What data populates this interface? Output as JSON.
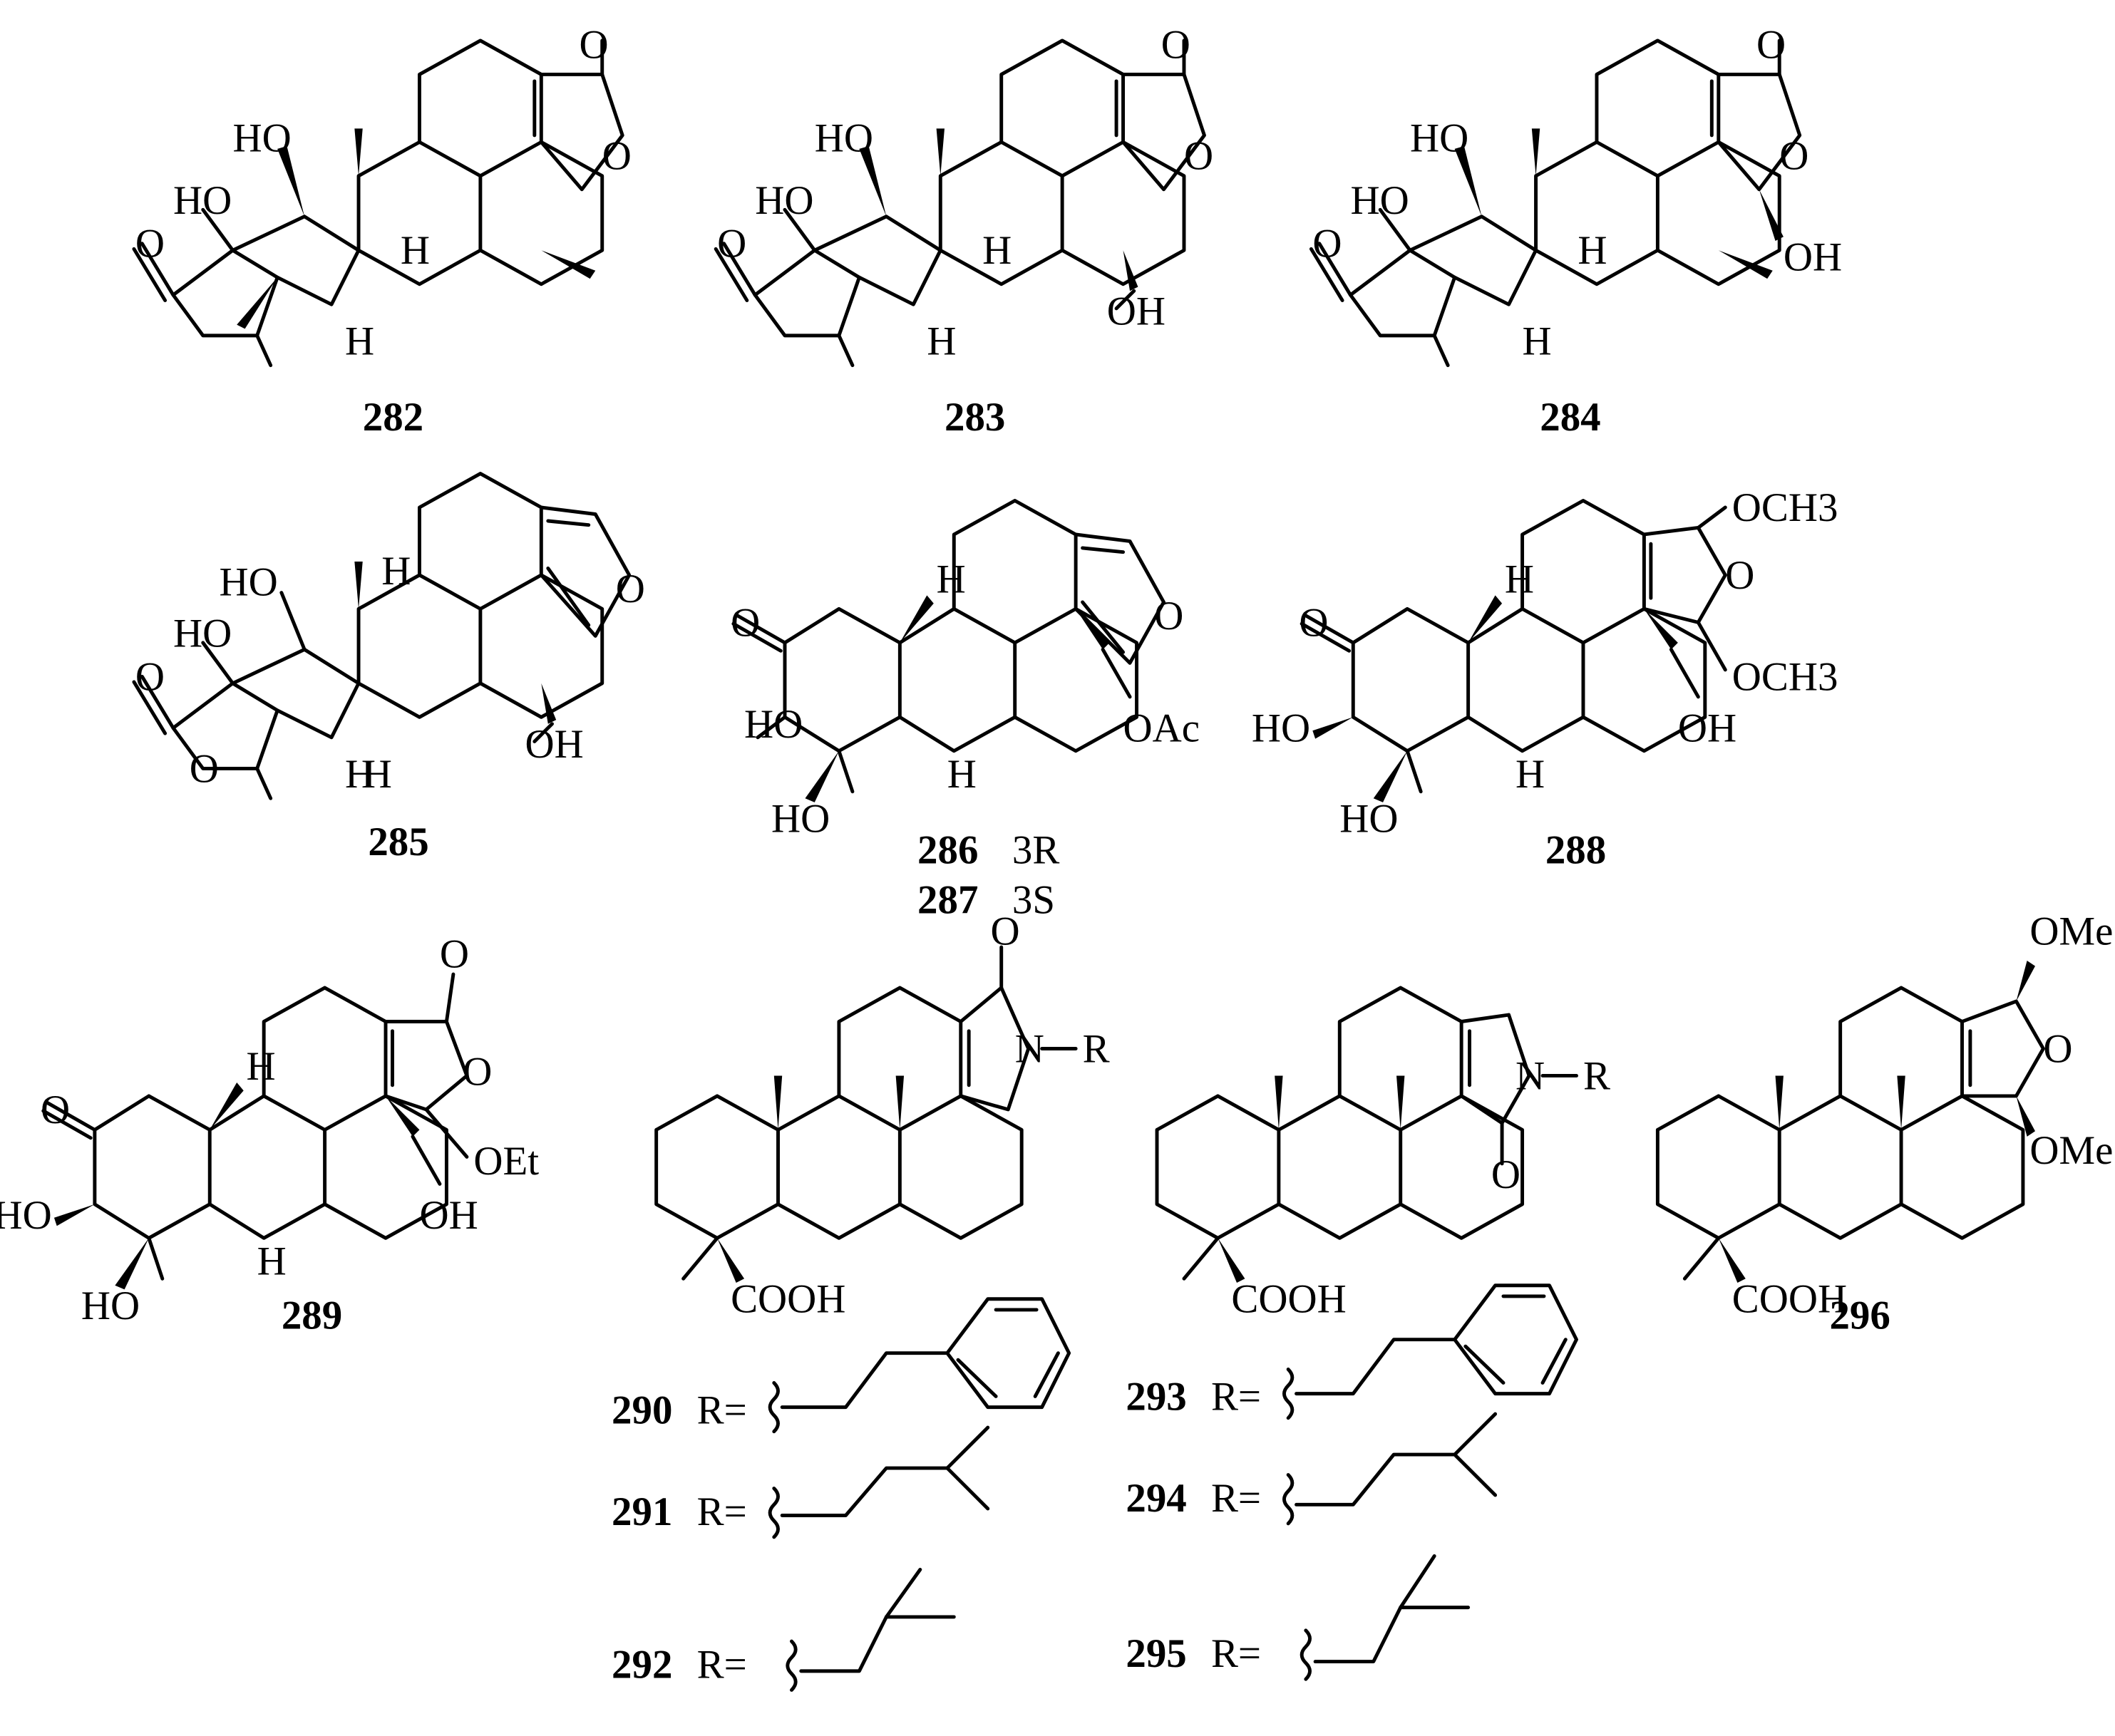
{
  "compounds": [
    {
      "id": "282",
      "labels": [
        "O",
        "O",
        "O",
        "HO",
        "HO",
        "H",
        "H"
      ]
    },
    {
      "id": "283",
      "labels": [
        "O",
        "O",
        "O",
        "HO",
        "HO",
        "H",
        "H",
        "OH"
      ]
    },
    {
      "id": "284",
      "labels": [
        "O",
        "O",
        "O",
        "HO",
        "HO",
        "H",
        "H",
        "OH"
      ]
    },
    {
      "id": "285",
      "labels": [
        "O",
        "O",
        "O",
        "HO",
        "HO",
        "H",
        "H",
        "OH"
      ]
    },
    {
      "id": "286",
      "stereo": "3R",
      "labels": [
        "O",
        "O",
        "HO",
        "HO",
        "H",
        "H",
        "OAc"
      ]
    },
    {
      "id": "287",
      "stereo": "3S"
    },
    {
      "id": "288",
      "labels": [
        "O",
        "O",
        "HO",
        "HO",
        "H",
        "H",
        "OH",
        "OCH3",
        "OCH3"
      ]
    },
    {
      "id": "289",
      "labels": [
        "O",
        "O",
        "O",
        "HO",
        "HO",
        "H",
        "H",
        "OH",
        "OEt"
      ]
    },
    {
      "id": "290",
      "r_prefix": "R="
    },
    {
      "id": "291",
      "r_prefix": "R="
    },
    {
      "id": "292",
      "r_prefix": "R="
    },
    {
      "id": "293",
      "r_prefix": "R="
    },
    {
      "id": "294",
      "r_prefix": "R="
    },
    {
      "id": "295",
      "r_prefix": "R="
    },
    {
      "id": "296",
      "labels": [
        "O",
        "OMe",
        "OMe",
        "COOH"
      ]
    }
  ],
  "scaffolds": {
    "lactam_a": {
      "labels": [
        "O",
        "N",
        "R",
        "COOH"
      ]
    },
    "lactam_b": {
      "labels": [
        "O",
        "N",
        "R",
        "COOH"
      ]
    }
  }
}
